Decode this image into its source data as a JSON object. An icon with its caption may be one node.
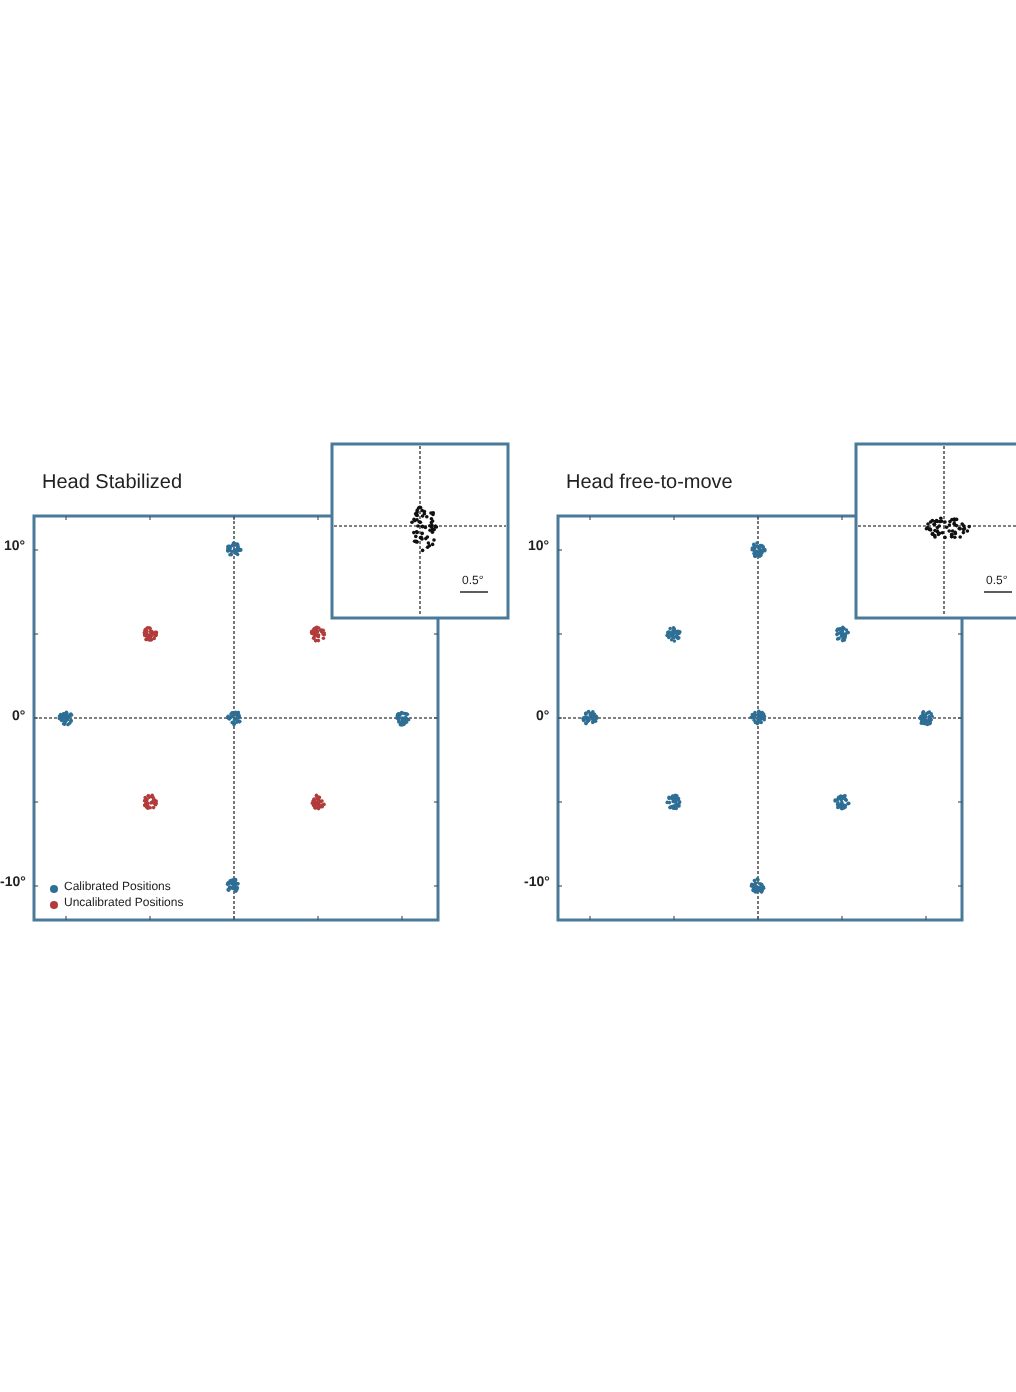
{
  "diagram": {
    "labels": [
      "Head Stabilized",
      "10°",
      "0°",
      "-10°",
      "0.5°",
      "Head free-to-move",
      "10°",
      "0°",
      "-10°",
      "0.5°"
    ],
    "legend": [
      {
        "text": "Calibrated Positions",
        "color": "#2f6f95"
      },
      {
        "text": "Uncalibrated Positions",
        "color": "#b23b3b"
      }
    ]
  }
}
